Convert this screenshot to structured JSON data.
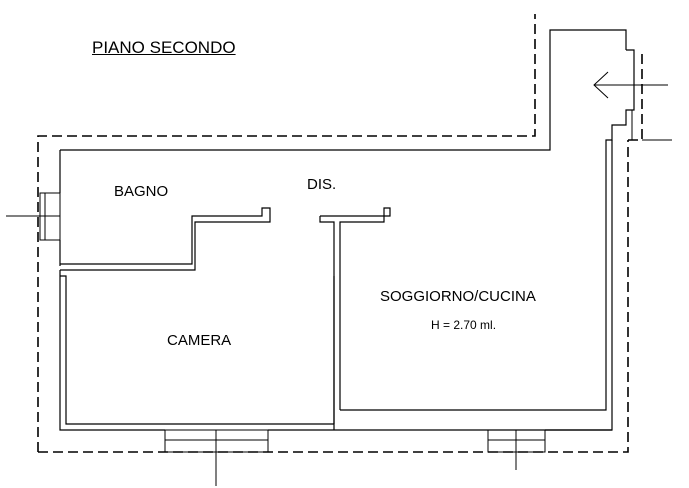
{
  "plan": {
    "title": "PIANO SECONDO",
    "rooms": {
      "bagno": "BAGNO",
      "dis": "DIS.",
      "camera": "CAMERA",
      "soggiorno": "SOGGIORNO/CUCINA"
    },
    "ceiling_height": "H = 2.70 ml."
  }
}
